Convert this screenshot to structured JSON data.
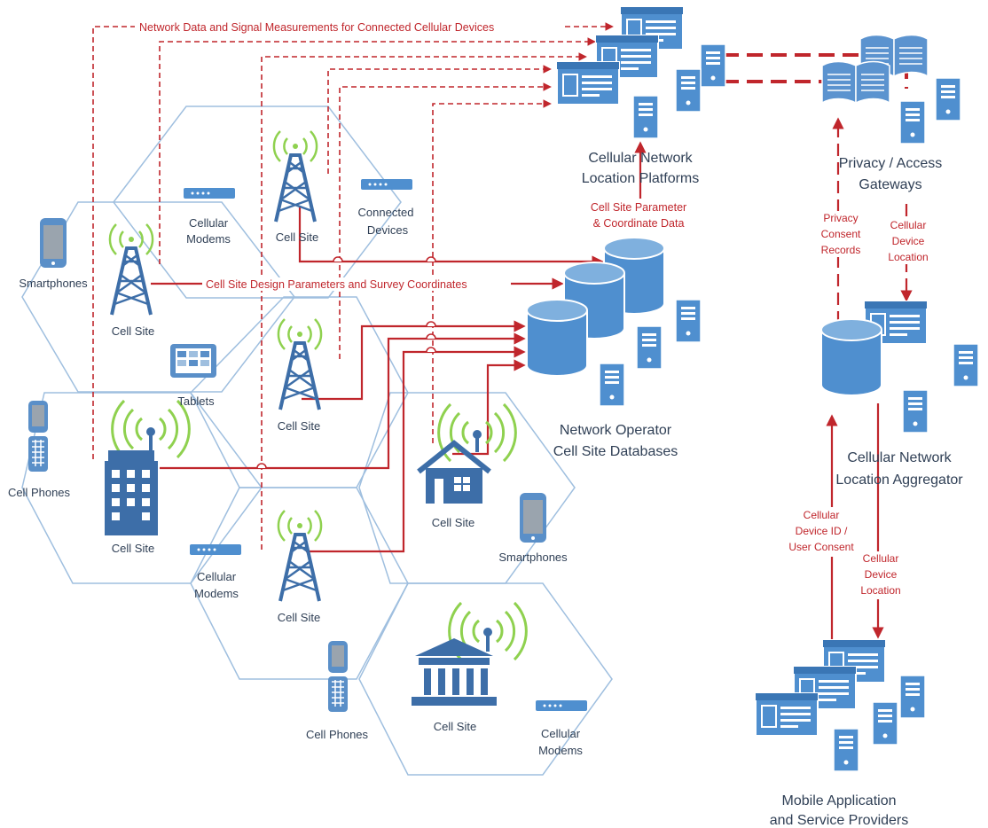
{
  "colors": {
    "primary_blue": "#3f7fc2",
    "light_blue": "#7fb0de",
    "arrow_red": "#c0262c",
    "signal_green": "#8fd14f",
    "hex_outline": "#9fbfdf",
    "text_dark": "#2f3f55"
  },
  "labels": {
    "top_flow": "Network Data and Signal Measurements for Connected Cellular Devices",
    "design_flow": "Cell Site Design Parameters and Survey Coordinates",
    "param_flow_1": "Cell Site Parameter",
    "param_flow_2": "& Coordinate Data",
    "platforms_1": "Cellular Network",
    "platforms_2": "Location Platforms",
    "gateways_1": "Privacy / Access",
    "gateways_2": "Gateways",
    "databases_1": "Network Operator",
    "databases_2": "Cell Site Databases",
    "aggregator_1": "Cellular Network",
    "aggregator_2": "Location Aggregator",
    "providers_1": "Mobile Application",
    "providers_2": "and Service Providers",
    "consent_1": "Privacy",
    "consent_2": "Consent",
    "consent_3": "Records",
    "gw_loc_1": "Cellular",
    "gw_loc_2": "Device",
    "gw_loc_3": "Location",
    "devid_1": "Cellular",
    "devid_2": "Device ID /",
    "devid_3": "User Consent",
    "agg_loc_1": "Cellular",
    "agg_loc_2": "Device",
    "agg_loc_3": "Location"
  },
  "cell_sites": [
    "Cell Site",
    "Cell Site",
    "Cell Site",
    "Cell Site",
    "Cell Site",
    "Cell Site",
    "Cell Site"
  ],
  "devices": {
    "smartphones_left": "Smartphones",
    "cellular_modems_a_1": "Cellular",
    "cellular_modems_a_2": "Modems",
    "connected_devices_1": "Connected",
    "connected_devices_2": "Devices",
    "tablets": "Tablets",
    "cell_phones_left": "Cell Phones",
    "cellular_modems_b_1": "Cellular",
    "cellular_modems_b_2": "Modems",
    "smartphones_right": "Smartphones",
    "cell_phones_bottom": "Cell Phones",
    "cellular_modems_c_1": "Cellular",
    "cellular_modems_c_2": "Modems"
  }
}
